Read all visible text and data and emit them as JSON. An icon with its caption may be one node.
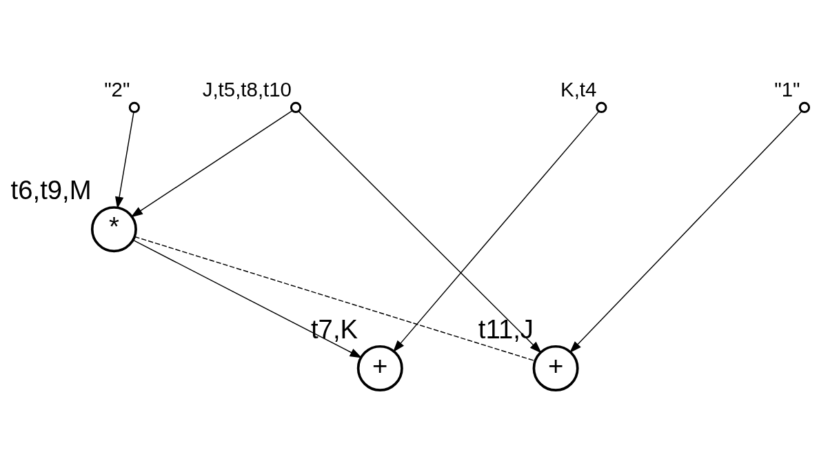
{
  "diagram": {
    "nodes": [
      {
        "text": [
          "\"2\""
        ]
      },
      {
        "text": [
          "J,t5,t8,t10"
        ]
      },
      {
        "text": [
          "K,t4"
        ]
      },
      {
        "text": [
          "\"1\""
        ]
      },
      {
        "text": [
          "*"
        ],
        "beside": [
          "t6,t9,M"
        ]
      },
      {
        "text": [
          "+"
        ],
        "beside": [
          "t7,K"
        ]
      },
      {
        "text": [
          "+"
        ],
        "beside": [
          "t11,J"
        ]
      }
    ],
    "edges": [
      {
        "from": 0,
        "to": 4,
        "arrow": "to"
      },
      {
        "from": 1,
        "to": 4,
        "arrow": "to"
      },
      {
        "from": 1,
        "to": 6,
        "arrow": "to"
      },
      {
        "from": 2,
        "to": 5,
        "arrow": "to"
      },
      {
        "from": 3,
        "to": 6,
        "arrow": "to"
      },
      {
        "from": 4,
        "to": 5,
        "arrow": "to"
      },
      {
        "from": 4,
        "to": 6,
        "arrow": "none",
        "style": "dashed"
      }
    ]
  }
}
